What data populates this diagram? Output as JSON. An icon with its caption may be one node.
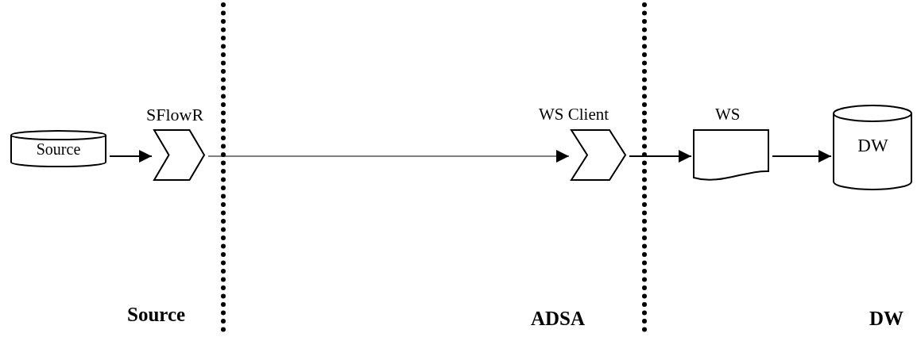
{
  "diagram": {
    "nodes": [
      {
        "text": [
          "Source"
        ]
      },
      {
        "text": [
          "SFlowR"
        ]
      },
      {
        "text": [
          "WS Client"
        ]
      },
      {
        "text": [
          "WS"
        ]
      },
      {
        "text": [
          "DW"
        ]
      }
    ],
    "edges": [
      {
        "from": 0,
        "to": 1,
        "arrow": "to"
      },
      {
        "from": 1,
        "to": 2,
        "arrow": "to"
      },
      {
        "from": 2,
        "to": 3,
        "arrow": "to"
      },
      {
        "from": 3,
        "to": 4,
        "arrow": "to"
      }
    ],
    "labels": [
      "Source",
      "ADSA",
      "DW"
    ]
  }
}
